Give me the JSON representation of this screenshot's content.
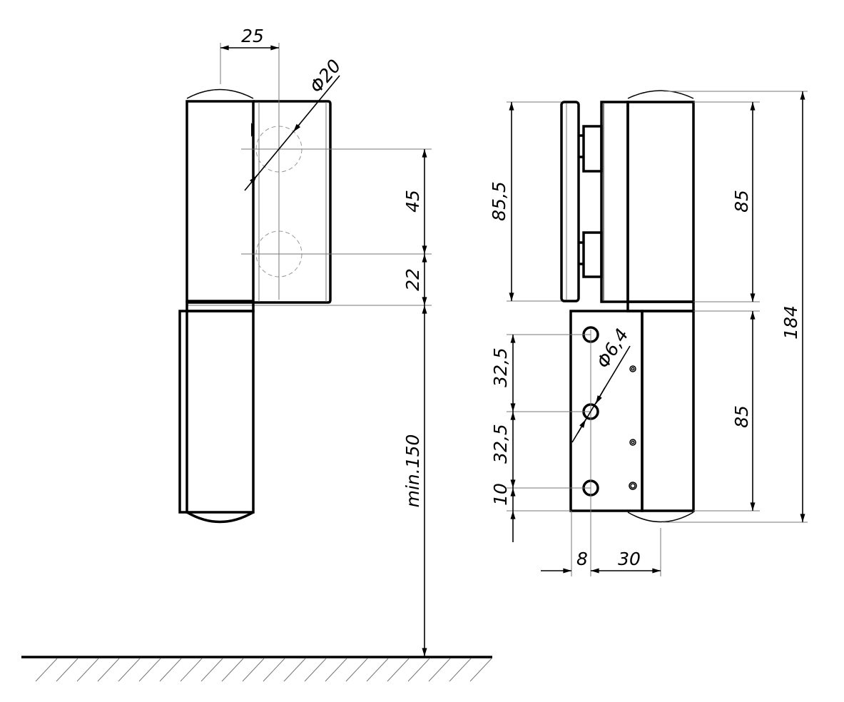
{
  "left_view": {
    "dims": {
      "width_25": "25",
      "diameter_20": "Φ20",
      "spacing_45": "45",
      "offset_22": "22",
      "floor_min": "min.150"
    }
  },
  "right_view": {
    "dims": {
      "glass_85_5": "85,5",
      "upper_85": "85",
      "lower_85": "85",
      "total_184": "184",
      "hole_32_5_a": "32,5",
      "hole_32_5_b": "32,5",
      "hole_10": "10",
      "edge_8": "8",
      "offset_30": "30",
      "hole_diameter": "Φ6,4"
    }
  }
}
